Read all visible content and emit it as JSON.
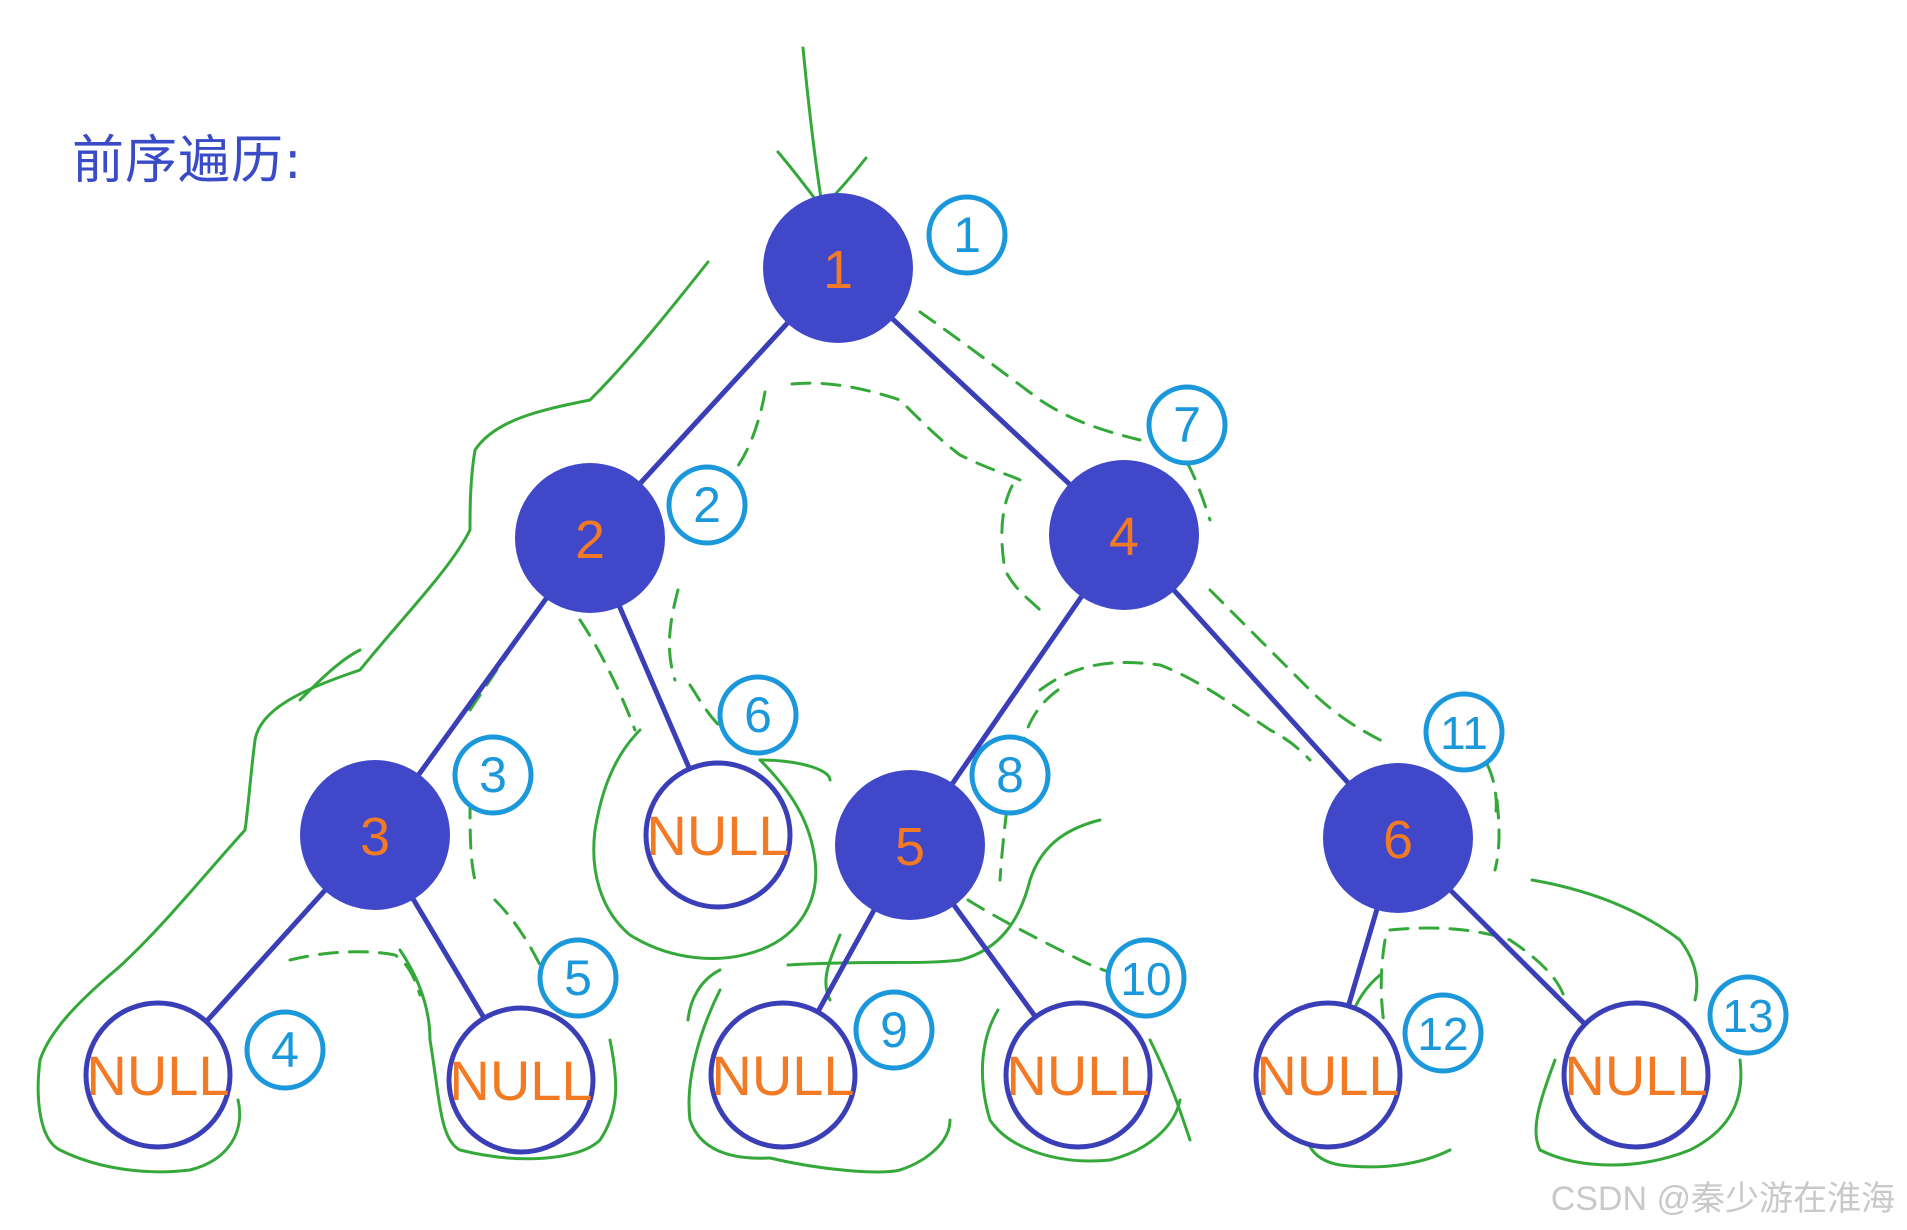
{
  "title": "前序遍历:",
  "watermark": "CSDN @秦少游在淮海",
  "colors": {
    "node_fill": "#4048c9",
    "node_stroke": "#3a3fb8",
    "node_text": "#f27a24",
    "edge": "#3a3fb8",
    "step_circle": "#1a98db",
    "trace": "#35a83a",
    "title": "#3a4bc8"
  },
  "nodes": [
    {
      "id": "n1",
      "label": "1",
      "kind": "value"
    },
    {
      "id": "n2",
      "label": "2",
      "kind": "value"
    },
    {
      "id": "n4",
      "label": "4",
      "kind": "value"
    },
    {
      "id": "n3",
      "label": "3",
      "kind": "value"
    },
    {
      "id": "null_a",
      "label": "NULL",
      "kind": "null"
    },
    {
      "id": "n5",
      "label": "5",
      "kind": "value"
    },
    {
      "id": "n6",
      "label": "6",
      "kind": "value"
    },
    {
      "id": "null_b",
      "label": "NULL",
      "kind": "null"
    },
    {
      "id": "null_c",
      "label": "NULL",
      "kind": "null"
    },
    {
      "id": "null_d",
      "label": "NULL",
      "kind": "null"
    },
    {
      "id": "null_e",
      "label": "NULL",
      "kind": "null"
    },
    {
      "id": "null_f",
      "label": "NULL",
      "kind": "null"
    },
    {
      "id": "null_g",
      "label": "NULL",
      "kind": "null"
    }
  ],
  "edges": [
    [
      "n1",
      "n2"
    ],
    [
      "n1",
      "n4"
    ],
    [
      "n2",
      "n3"
    ],
    [
      "n2",
      "null_a"
    ],
    [
      "n4",
      "n5"
    ],
    [
      "n4",
      "n6"
    ],
    [
      "n3",
      "null_b"
    ],
    [
      "n3",
      "null_c"
    ],
    [
      "n5",
      "null_d"
    ],
    [
      "n5",
      "null_e"
    ],
    [
      "n6",
      "null_f"
    ],
    [
      "n6",
      "null_g"
    ]
  ],
  "steps": [
    "1",
    "2",
    "3",
    "4",
    "5",
    "6",
    "7",
    "8",
    "9",
    "10",
    "11",
    "12",
    "13"
  ]
}
